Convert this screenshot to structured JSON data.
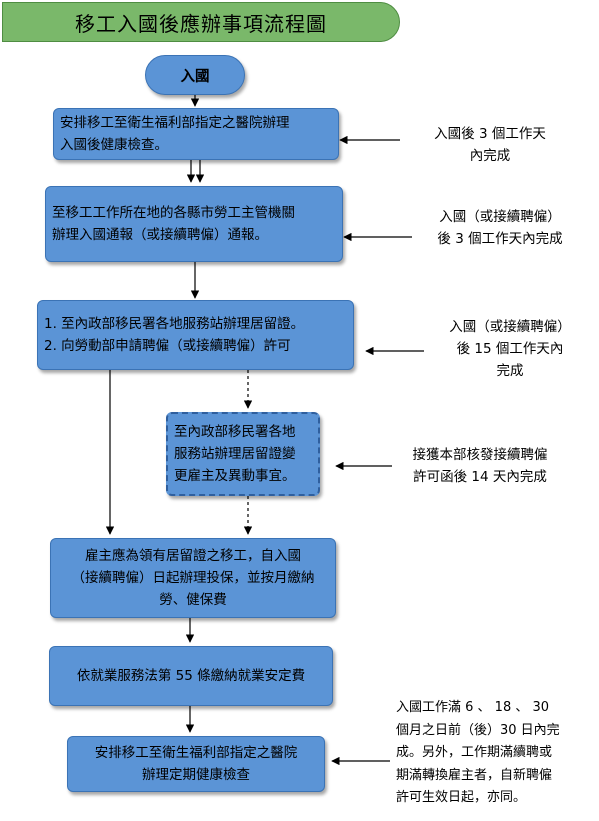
{
  "title": "移工入國後應辦事項流程圖",
  "start": "入國",
  "steps": [
    {
      "lines": [
        "安排移工至衛生福利部指定之醫院辦理",
        "入國後健康檢查。"
      ]
    },
    {
      "lines": [
        "至移工工作所在地的各縣市勞工主管機關",
        "辦理入國通報（或接續聘僱）通報。"
      ]
    },
    {
      "lines": [
        "1. 至內政部移民署各地服務站辦理居留證。",
        "2. 向勞動部申請聘僱（或接續聘僱）許可"
      ]
    },
    {
      "lines": [
        "至內政部移民署各地",
        "服務站辦理居留證變",
        "更雇主及異動事宜。"
      ]
    },
    {
      "lines": [
        "雇主應為領有居留證之移工，自入國",
        "（接續聘僱）日起辦理投保，並按月繳納",
        "勞、健保費"
      ]
    },
    {
      "lines": [
        "依就業服務法第 55 條繳納就業安定費"
      ]
    },
    {
      "lines": [
        "安排移工至衛生福利部指定之醫院",
        "辦理定期健康檢查"
      ]
    }
  ],
  "notes": [
    {
      "lines": [
        "入國後 3 個工作天",
        "內完成"
      ]
    },
    {
      "lines": [
        "入國（或接續聘僱）",
        "後 3 個工作天內完成"
      ]
    },
    {
      "lines": [
        "入國（或接續聘僱）",
        "後 15 個工作天內",
        "完成"
      ]
    },
    {
      "lines": [
        "接獲本部核發接續聘僱",
        "許可函後 14 天內完成"
      ]
    },
    {
      "lines": [
        "入國工作滿 6 、 18 、 30",
        "個月之日前（後）30 日內完",
        "成。另外，工作期滿續聘或",
        "期滿轉換雇主者，自新聘僱",
        "許可生效日起，亦同。"
      ]
    }
  ],
  "colors": {
    "box": "#5b94d6",
    "title": "#7ab86a",
    "line": "#000000"
  }
}
